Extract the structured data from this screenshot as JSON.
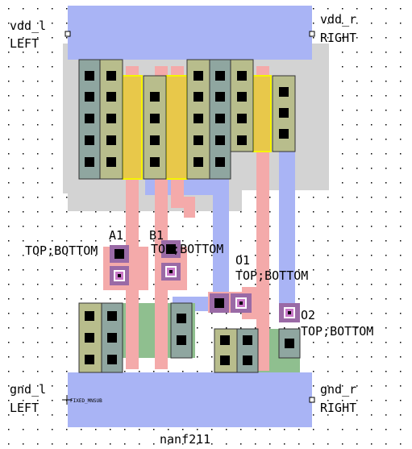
{
  "cell": {
    "name": "nanf211",
    "ports": [
      {
        "id": "vdd-l",
        "name": "vdd_l",
        "dir": "LEFT"
      },
      {
        "id": "vdd-r",
        "name": "vdd_r",
        "dir": "RIGHT"
      },
      {
        "id": "gnd-l",
        "name": "gnd_l",
        "dir": "LEFT"
      },
      {
        "id": "gnd-r",
        "name": "gnd_r",
        "dir": "RIGHT"
      },
      {
        "id": "a1",
        "name": "A1",
        "dir": "TOP;BOTTOM"
      },
      {
        "id": "b1",
        "name": "B1",
        "dir": "TOP;BOTTOM"
      },
      {
        "id": "o1",
        "name": "O1",
        "dir": "TOP;BOTTOM"
      },
      {
        "id": "o2",
        "name": "O2",
        "dir": "TOP;BOTTOM"
      }
    ],
    "substrate_label": "FIXED_MNSUB"
  },
  "colors": {
    "grid_dot": "#000000",
    "metal1": "#a9b4f5",
    "nwell": "#d3d3d3",
    "pdiff": "#cfd49a",
    "ndiff": "#8fbf8f",
    "poly": "#f4aaaa",
    "gate": "#e8c84a",
    "gate_edge": "#f5f500",
    "diff_cell": "#b8bd8c",
    "tap_cell": "#8fa6a0",
    "cut": "#000000",
    "pin": "#9a6aa6",
    "via": "#c878c8"
  }
}
